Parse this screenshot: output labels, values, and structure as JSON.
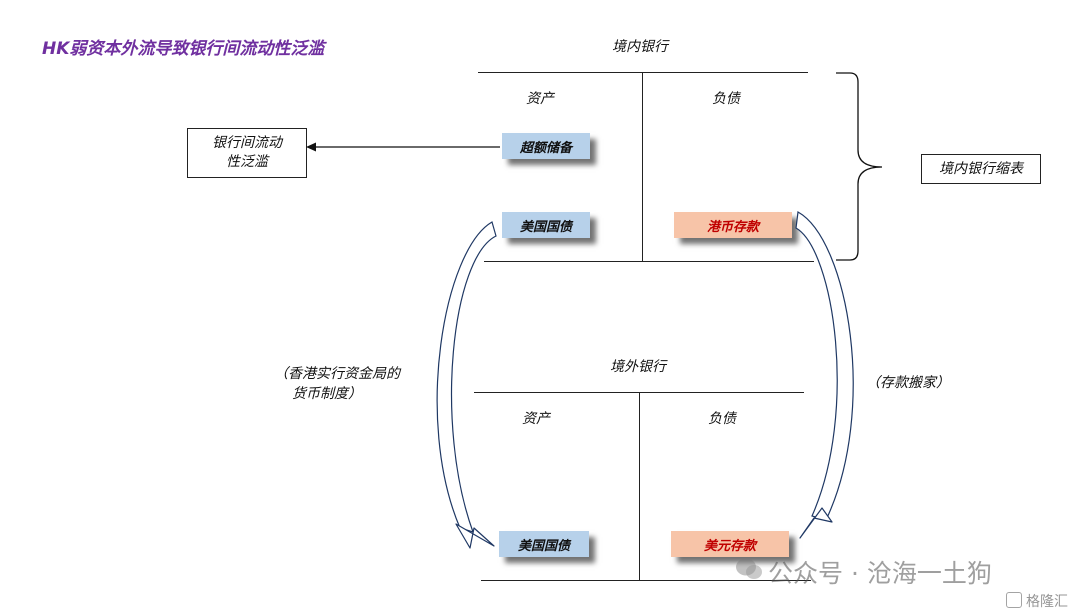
{
  "title": "HK弱资本外流导致银行间流动性泛滥",
  "domestic_bank": {
    "heading": "境内银行",
    "assets_label": "资产",
    "liabilities_label": "负债",
    "excess_reserves": "超额储备",
    "us_treasury": "美国国债",
    "hkd_deposit": "港币存款",
    "shrink_box": "境内银行缩表"
  },
  "interbank_box": {
    "line1": "银行间流动",
    "line2": "性泛滥"
  },
  "offshore_bank": {
    "heading": "境外银行",
    "assets_label": "资产",
    "liabilities_label": "负债",
    "us_treasury": "美国国债",
    "usd_deposit": "美元存款"
  },
  "left_note": {
    "line1": "（香港实行资金局的",
    "line2": "货币制度）"
  },
  "right_note": "（存款搬家）",
  "watermark": {
    "main": "公众号 · 沧海一土狗",
    "corner": "格隆汇"
  },
  "colors": {
    "title": "#7030a0",
    "blue_box": "#b7d1ea",
    "orange_box": "#f7c4a8",
    "red_text": "#c00000",
    "arrow_outline": "#1f3864"
  }
}
